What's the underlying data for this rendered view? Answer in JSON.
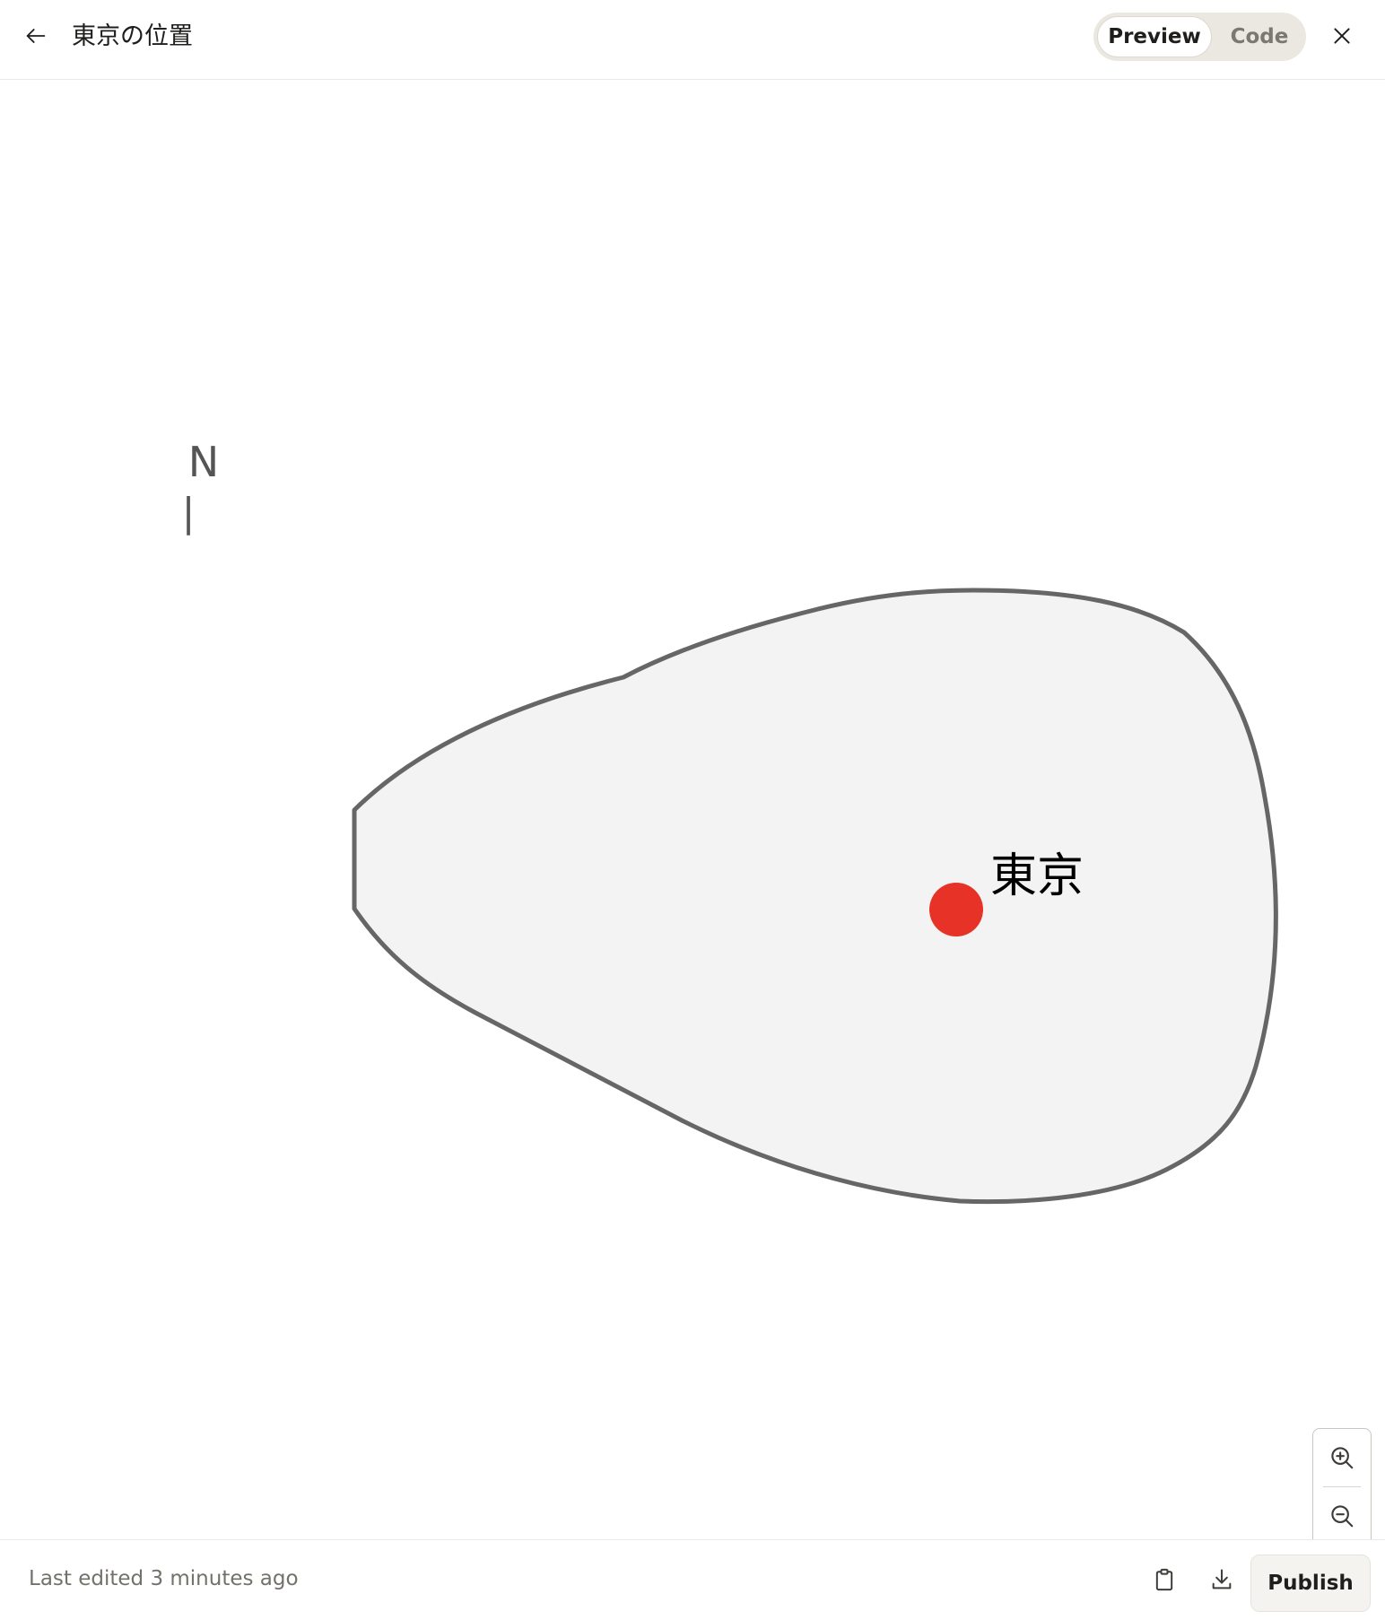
{
  "header": {
    "title": "東京の位置",
    "back_icon": "arrow-left-icon",
    "close_icon": "close-icon",
    "tabs": [
      {
        "label": "Preview",
        "active": true
      },
      {
        "label": "Code",
        "active": false
      }
    ]
  },
  "map": {
    "compass_label": "N",
    "compass_needle": "|",
    "city_label": "東京",
    "landmass_fill": "#f3f3f3",
    "landmass_stroke": "#666666",
    "marker_color": "#e63227"
  },
  "zoom_controls": {
    "zoom_in_icon": "zoom-in-icon",
    "zoom_out_icon": "zoom-out-icon",
    "fit_icon": "expand-icon"
  },
  "footer": {
    "last_edited": "Last edited 3 minutes ago",
    "copy_icon": "clipboard-icon",
    "download_icon": "download-icon",
    "publish_label": "Publish"
  }
}
